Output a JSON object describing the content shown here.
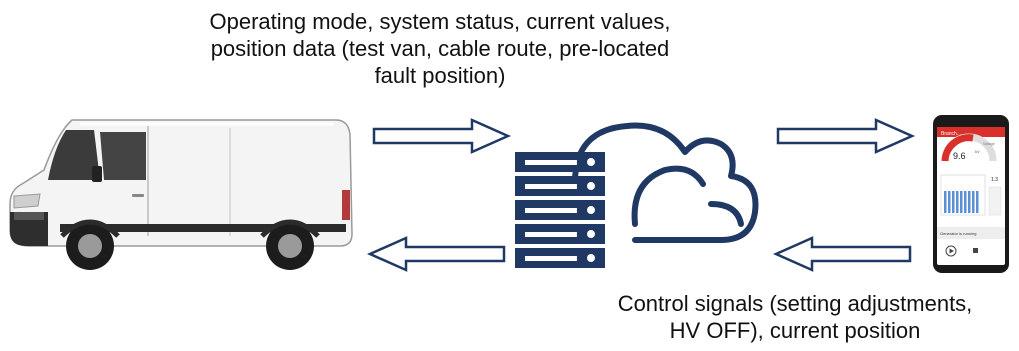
{
  "diagram": {
    "top_caption": {
      "lines": [
        "Operating mode, system status, current values,",
        "position data (test van, cable route, pre-located",
        "fault position)"
      ]
    },
    "bottom_caption": {
      "lines": [
        "Control signals (setting adjustments,",
        "HV OFF), current position"
      ]
    },
    "phone_screen": {
      "app_title": "Branch...",
      "gauge_value": "9.6",
      "gauge_unit": "kV",
      "gauge_side": "Voltage",
      "side_value": "1.3",
      "status_text": "Generator is running"
    },
    "colors": {
      "arrow_stroke": "#1f3864",
      "server_fill": "#1f3864",
      "cloud_stroke": "#1f3864",
      "gauge_red": "#d9302c",
      "phone_chart": "#5b8fd6"
    },
    "icons": [
      "van-image",
      "server-icon",
      "cloud-icon",
      "smartphone-icon"
    ]
  }
}
